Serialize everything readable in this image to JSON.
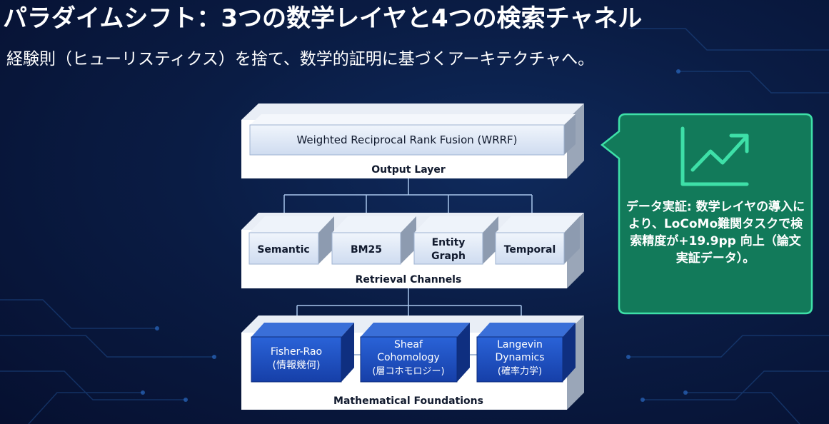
{
  "title": "パラダイムシフト：3つの数学レイヤと4つの検索チャネル",
  "subtitle": "経験則（ヒューリスティクス）を捨て、数学的証明に基づくアーキテクチャへ。",
  "output_layer": {
    "box_label": "Weighted Reciprocal Rank Fusion (WRRF)",
    "layer_label": "Output Layer"
  },
  "retrieval_layer": {
    "channels": [
      "Semantic",
      "BM25",
      "Entity",
      "Graph",
      "Temporal"
    ],
    "layer_label": "Retrieval Channels"
  },
  "math_layer": {
    "boxes": [
      {
        "line1": "Fisher-Rao",
        "line2": "(情報幾何)"
      },
      {
        "line1": "Sheaf",
        "line2": "Cohomology",
        "line3": "(層コホモロジー)"
      },
      {
        "line1": "Langevin",
        "line2": "Dynamics",
        "line3": "(確率力学)"
      }
    ],
    "layer_label": "Mathematical Foundations"
  },
  "callout": {
    "icon": "trend-up-icon",
    "text": "データ実証: 数学レイヤの導入により、LoCoMo難関タスクで検索精度が+19.9pp 向上（論文実証データ）。"
  },
  "colors": {
    "callout_fill": "#127a5a",
    "callout_border": "#3ee0a8",
    "math_box": "#1d4fc4",
    "light_box": "#dce8f7"
  }
}
